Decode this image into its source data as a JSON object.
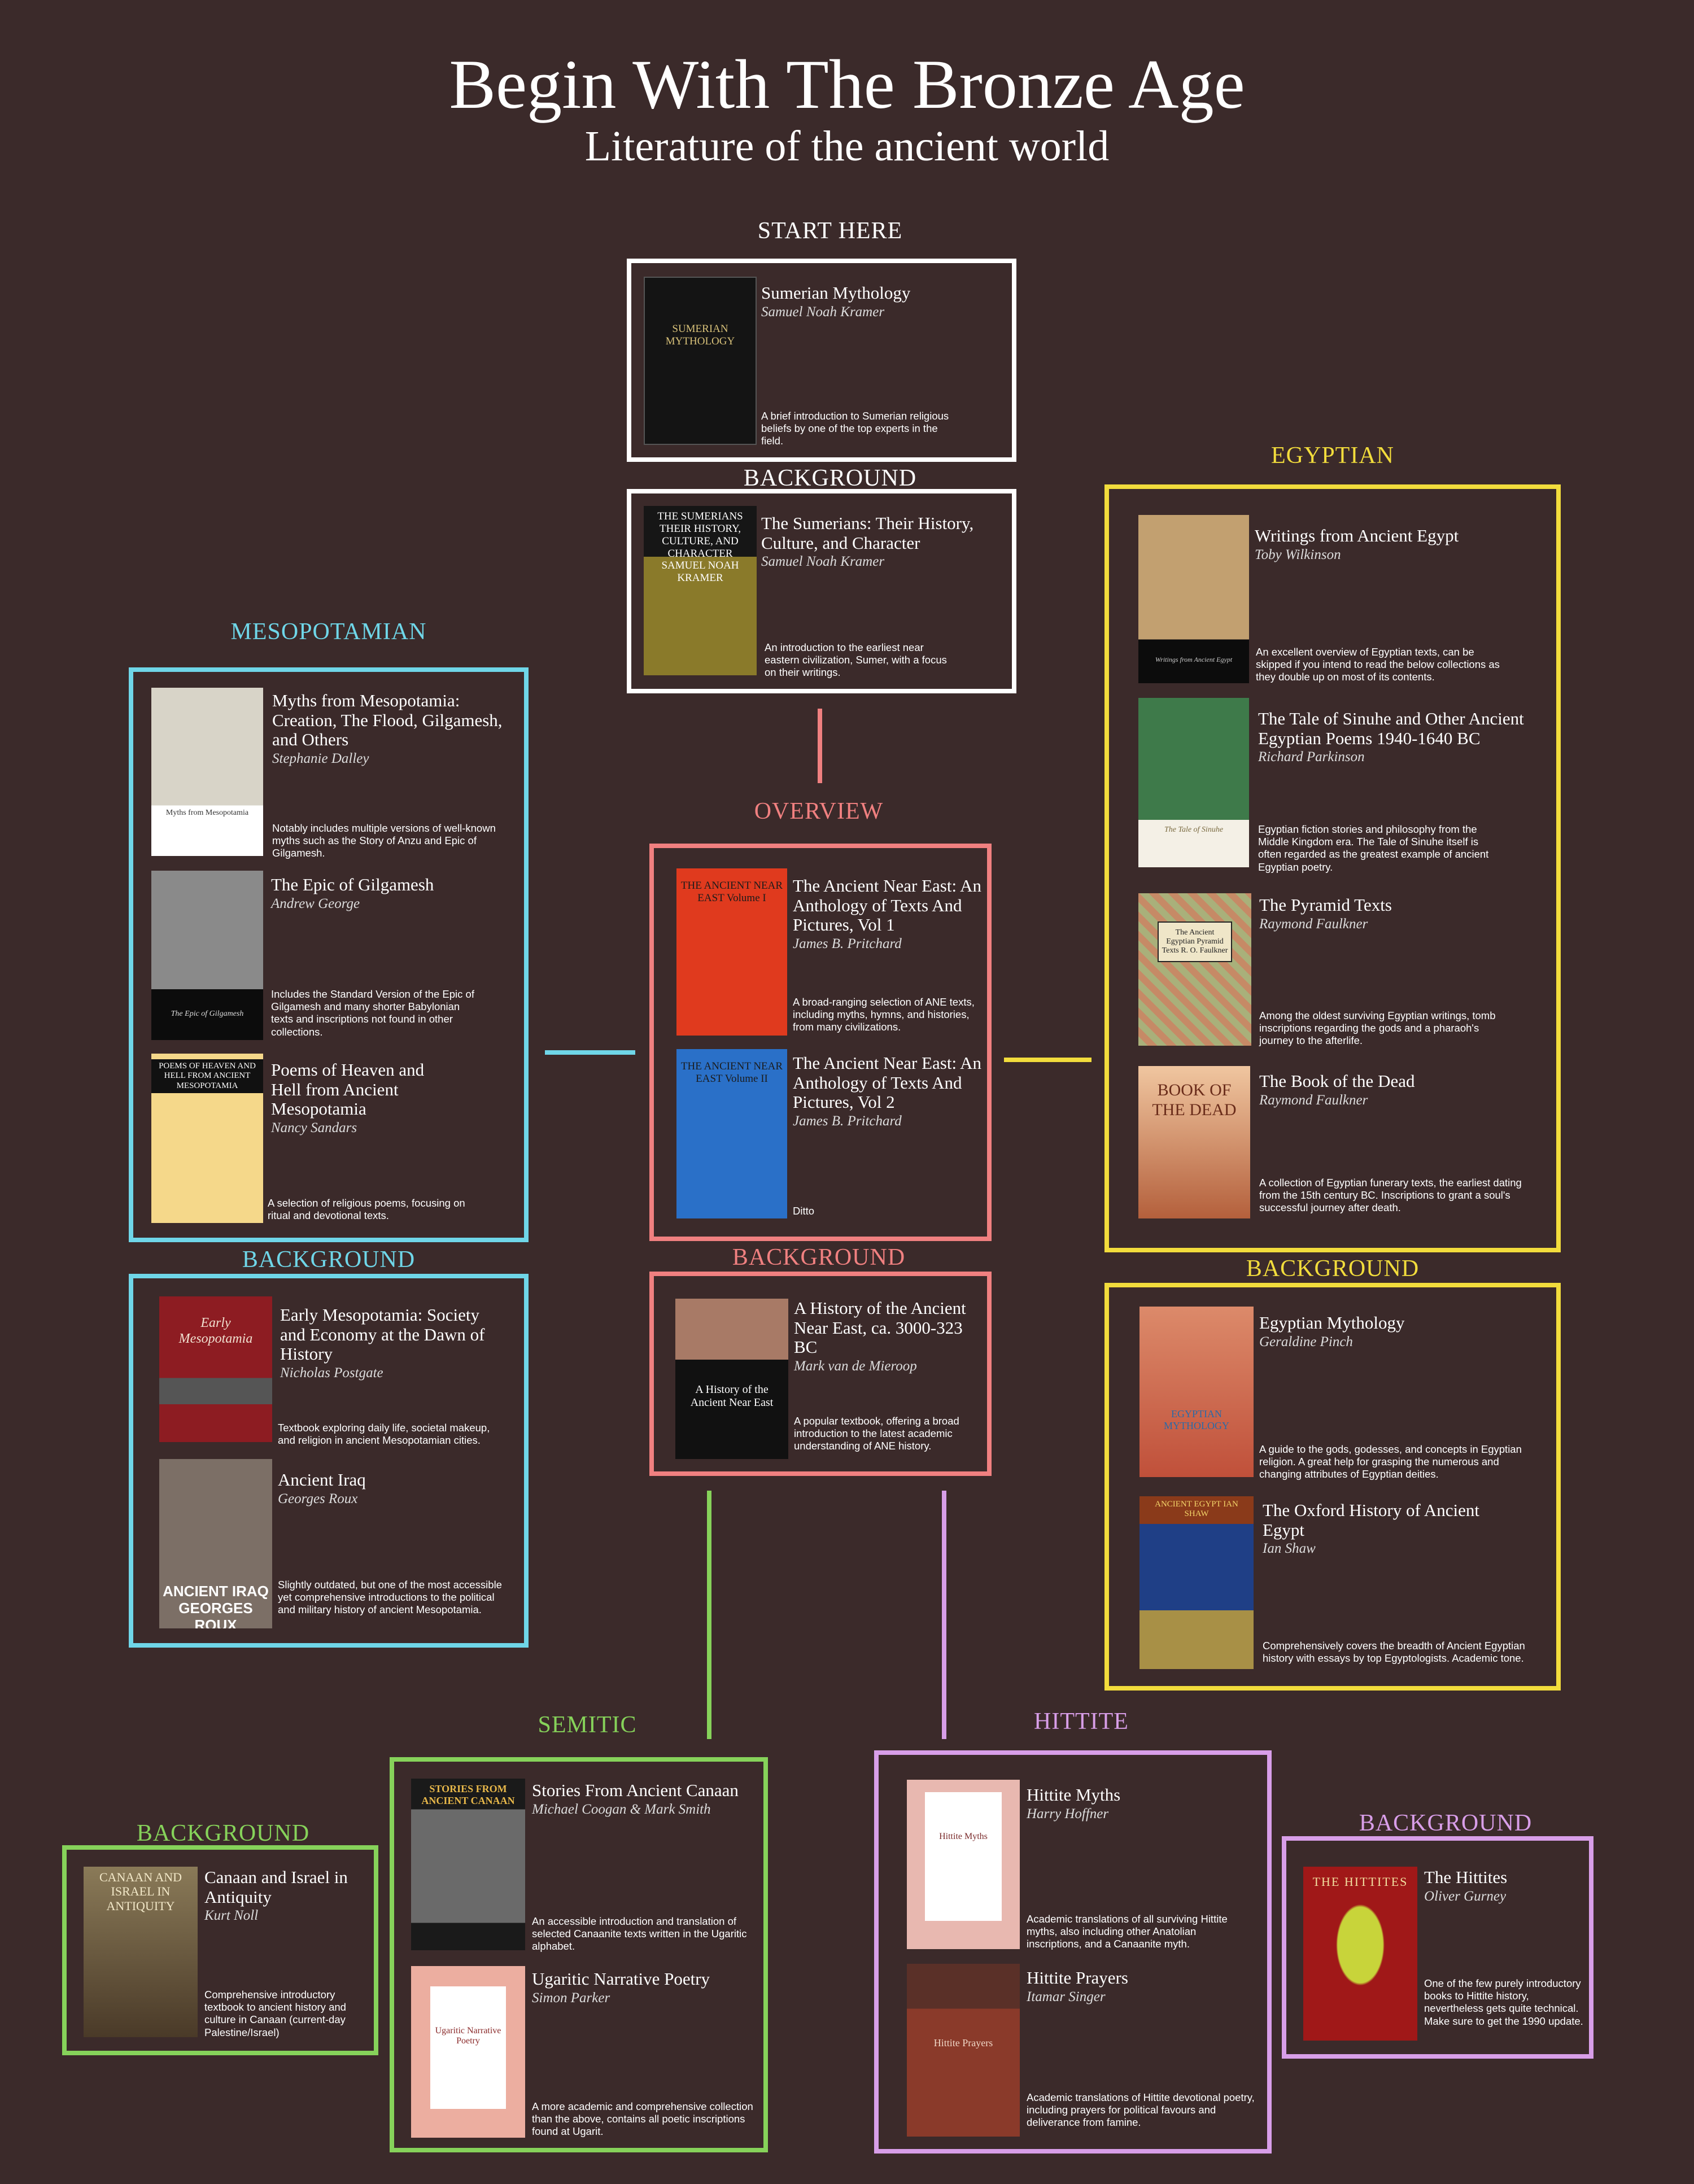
{
  "page": {
    "title": "Begin With The Bronze Age",
    "subtitle": "Literature of the ancient world"
  },
  "colors": {
    "background": "#3b2a2a",
    "start": "#ffffff",
    "overview": "#f08080",
    "mesopotamian": "#6fd6e8",
    "egyptian": "#f2dc3c",
    "semitic": "#86d25a",
    "hittite": "#d89ee8"
  },
  "sections": {
    "start": {
      "label": "START HERE",
      "books": [
        {
          "title": "Sumerian Mythology",
          "author": "Samuel Noah Kramer",
          "description": "A brief introduction to Sumerian religious beliefs by one of the top experts in the field.",
          "cover_text": "SUMERIAN MYTHOLOGY"
        }
      ]
    },
    "start_background": {
      "label": "BACKGROUND",
      "books": [
        {
          "title": "The Sumerians: Their History, Culture, and Character",
          "author": "Samuel Noah Kramer",
          "description": "An introduction to the earliest near eastern civilization, Sumer, with a focus on their writings.",
          "cover_text": "THE SUMERIANS THEIR HISTORY, CULTURE, AND CHARACTER SAMUEL NOAH KRAMER"
        }
      ]
    },
    "overview": {
      "label": "OVERVIEW",
      "books": [
        {
          "title": "The Ancient Near East: An Anthology of Texts And Pictures, Vol 1",
          "author": "James B. Pritchard",
          "description": "A broad-ranging selection of ANE texts, including myths, hymns, and histories, from many civilizations.",
          "cover_text": "THE ANCIENT NEAR EAST Volume I"
        },
        {
          "title": "The Ancient Near East: An Anthology of Texts And Pictures, Vol 2",
          "author": "James B. Pritchard",
          "description": "Ditto",
          "cover_text": "THE ANCIENT NEAR EAST Volume II"
        }
      ]
    },
    "overview_background": {
      "label": "BACKGROUND",
      "books": [
        {
          "title": "A History of the Ancient Near East, ca. 3000-323 BC",
          "author": "Mark van de Mieroop",
          "description": "A popular textbook, offering a broad introduction to the latest academic understanding of ANE history.",
          "cover_text": "A History of the Ancient Near East"
        }
      ]
    },
    "mesopotamian": {
      "label": "MESOPOTAMIAN",
      "books": [
        {
          "title": "Myths from Mesopotamia: Creation, The Flood, Gilgamesh, and Others",
          "author": "Stephanie Dalley",
          "description": "Notably includes multiple versions of well-known myths such as the Story of Anzu and Epic of Gilgamesh.",
          "cover_text": "Myths from Mesopotamia"
        },
        {
          "title": "The Epic of Gilgamesh",
          "author": "Andrew George",
          "description": "Includes the Standard Version of the Epic of Gilgamesh and many shorter Babylonian texts and inscriptions not found in other collections.",
          "cover_text": "The Epic of Gilgamesh"
        },
        {
          "title": "Poems of Heaven and Hell from Ancient Mesopotamia",
          "author": "Nancy Sandars",
          "description": "A selection of religious poems, focusing on ritual and devotional texts.",
          "cover_text": "POEMS OF HEAVEN AND HELL FROM ANCIENT MESOPOTAMIA"
        }
      ]
    },
    "mesopotamian_background": {
      "label": "BACKGROUND",
      "books": [
        {
          "title": "Early Mesopotamia: Society and Economy at the Dawn of History",
          "author": "Nicholas Postgate",
          "description": "Textbook exploring daily life, societal makeup, and religion in ancient Mesopotamian cities.",
          "cover_text": "Early Mesopotamia"
        },
        {
          "title": "Ancient Iraq",
          "author": "Georges Roux",
          "description": "Slightly outdated, but one of the most accessible yet comprehensive introductions to the political and military history of ancient Mesopotamia.",
          "cover_text": "ANCIENT IRAQ GEORGES ROUX"
        }
      ]
    },
    "egyptian": {
      "label": "EGYPTIAN",
      "books": [
        {
          "title": "Writings from Ancient Egypt",
          "author": "Toby Wilkinson",
          "description": "An excellent overview of Egyptian texts, can be skipped if you intend to read the below collections as they double up on most of its contents.",
          "cover_text": "Writings from Ancient Egypt"
        },
        {
          "title": "The Tale of Sinuhe and Other Ancient Egyptian Poems 1940-1640 BC",
          "author": "Richard Parkinson",
          "description": "Egyptian fiction stories and philosophy from the Middle Kingdom era. The Tale of Sinuhe itself is often regarded as the greatest example of ancient Egyptian poetry.",
          "cover_text": "The Tale of Sinuhe"
        },
        {
          "title": "The Pyramid Texts",
          "author": "Raymond Faulkner",
          "description": "Among the oldest surviving Egyptian writings, tomb inscriptions regarding the gods and a pharaoh's journey to the afterlife.",
          "cover_text": "The Ancient Egyptian Pyramid Texts R. O. Faulkner"
        },
        {
          "title": "The Book of the Dead",
          "author": "Raymond Faulkner",
          "description": "A collection of Egyptian funerary texts, the earliest dating from the 15th century BC. Inscriptions to grant a soul's successful journey after death.",
          "cover_text": "BOOK OF THE DEAD"
        }
      ]
    },
    "egyptian_background": {
      "label": "BACKGROUND",
      "books": [
        {
          "title": "Egyptian Mythology",
          "author": "Geraldine Pinch",
          "description": "A guide to the gods, godesses, and concepts in Egyptian religion. A great help for grasping the numerous and changing attributes of Egyptian deities.",
          "cover_text": "EGYPTIAN MYTHOLOGY"
        },
        {
          "title": "The Oxford History of Ancient Egypt",
          "author": "Ian Shaw",
          "description": "Comprehensively covers the breadth of Ancient Egyptian history with essays by top Egyptologists. Academic tone.",
          "cover_text": "ANCIENT EGYPT IAN SHAW"
        }
      ]
    },
    "semitic": {
      "label": "SEMITIC",
      "books": [
        {
          "title": "Stories From Ancient Canaan",
          "author": "Michael Coogan & Mark Smith",
          "description": "An accessible introduction and translation of selected Canaanite texts written in the Ugaritic alphabet.",
          "cover_text": "STORIES FROM ANCIENT CANAAN"
        },
        {
          "title": "Ugaritic Narrative Poetry",
          "author": "Simon Parker",
          "description": "A more academic and comprehensive collection than the above, contains all poetic inscriptions found at Ugarit.",
          "cover_text": "Ugaritic Narrative Poetry"
        }
      ]
    },
    "semitic_background": {
      "label": "BACKGROUND",
      "books": [
        {
          "title": "Canaan and Israel in Antiquity",
          "author": "Kurt Noll",
          "description": "Comprehensive introductory textbook to ancient history and culture in Canaan (current-day Palestine/Israel)",
          "cover_text": "CANAAN AND ISRAEL IN ANTIQUITY"
        }
      ]
    },
    "hittite": {
      "label": "HITTITE",
      "books": [
        {
          "title": "Hittite Myths",
          "author": "Harry Hoffner",
          "description": "Academic translations of all surviving Hittite myths, also including other Anatolian inscriptions, and a Canaanite myth.",
          "cover_text": "Hittite Myths"
        },
        {
          "title": "Hittite Prayers",
          "author": "Itamar Singer",
          "description": "Academic translations of Hittite devotional poetry, including prayers for political favours and deliverance from famine.",
          "cover_text": "Hittite Prayers"
        }
      ]
    },
    "hittite_background": {
      "label": "BACKGROUND",
      "books": [
        {
          "title": "The Hittites",
          "author": "Oliver Gurney",
          "description": "One of the few purely introductory books to Hittite history, nevertheless gets quite technical. Make sure to get the 1990 update.",
          "cover_text": "THE HITTITES"
        }
      ]
    }
  }
}
